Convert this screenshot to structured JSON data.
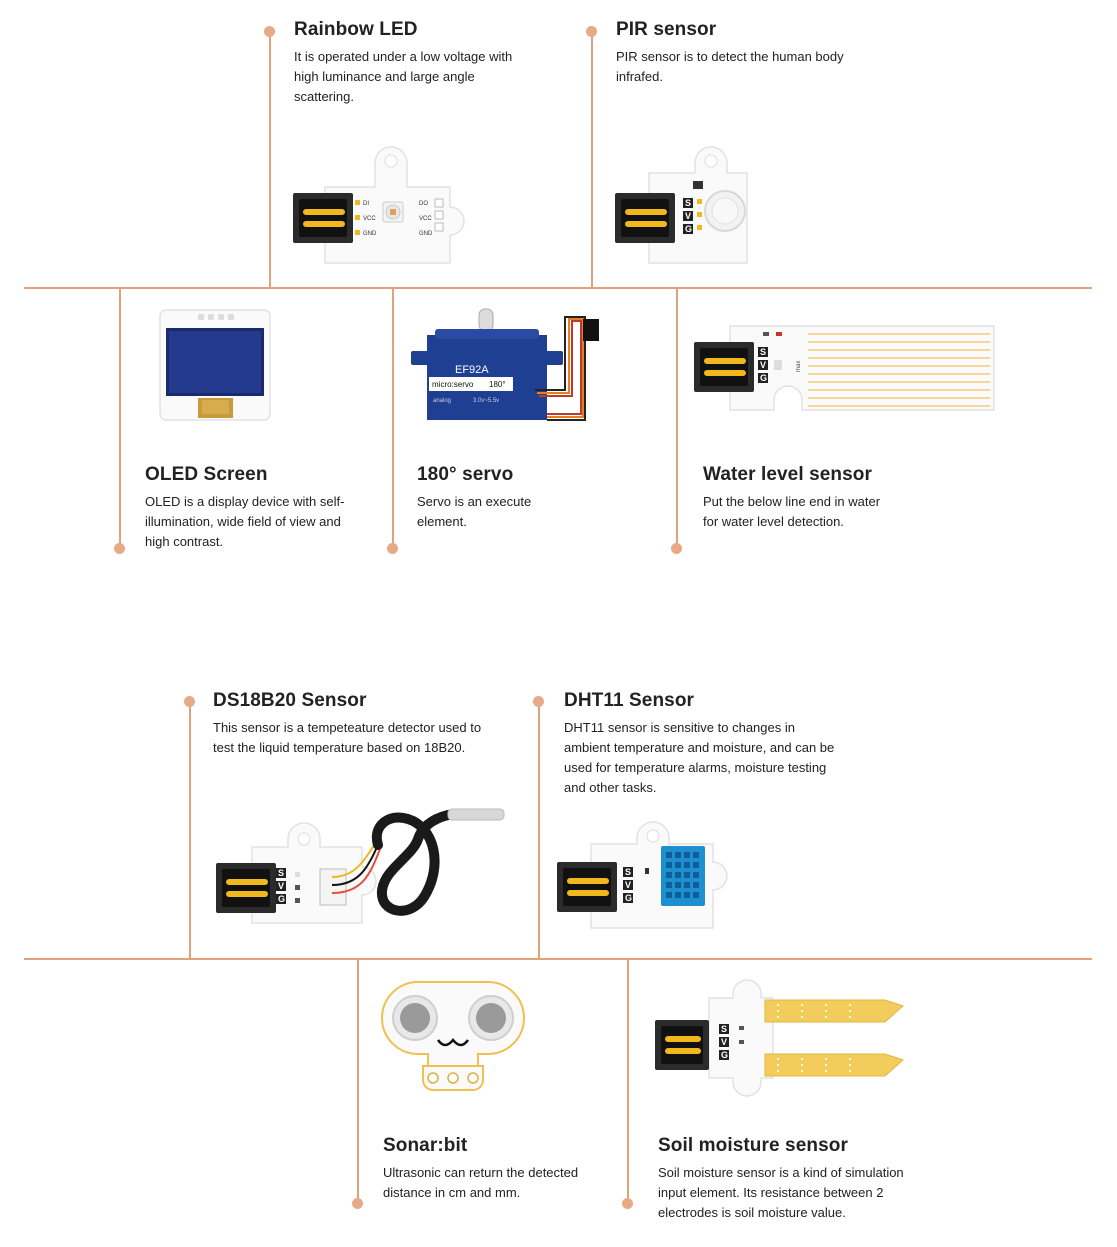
{
  "items": [
    {
      "title": "Rainbow LED",
      "desc": "It is operated under a low voltage with high luminance and large angle scattering."
    },
    {
      "title": "PIR sensor",
      "desc": "PIR sensor is to detect the human body infrafed."
    },
    {
      "title": "OLED Screen",
      "desc": "OLED is a display device with self-illumination, wide field of view and high contrast."
    },
    {
      "title": "180° servo",
      "desc": "Servo is an execute element."
    },
    {
      "title": "Water level sensor",
      "desc": "Put the below line end in water for water level detection."
    },
    {
      "title": "DS18B20 Sensor",
      "desc": "This sensor is a tempeteature detector used to test the liquid temperature based on 18B20."
    },
    {
      "title": "DHT11 Sensor",
      "desc": "DHT11 sensor is sensitive to changes in ambient temperature and moisture, and can be used for temperature alarms, moisture testing and other tasks."
    },
    {
      "title": "Sonar:bit",
      "desc": "Ultrasonic can return the detected distance in cm and mm."
    },
    {
      "title": "Soil moisture sensor",
      "desc": "Soil moisture sensor is a kind of simulation input element. Its resistance between 2 electrodes is soil moisture value."
    }
  ],
  "board_labels": {
    "pin_s": "S",
    "pin_v": "V",
    "pin_g": "G",
    "rgb_di": "DI",
    "rgb_vcc": "VCC",
    "rgb_gnd": "GND",
    "rgb_do": "DO",
    "rgb_vcc2": "VCC",
    "rgb_gnd2": "GND",
    "servo_model": "EF92A",
    "servo_brand": "micro:servo",
    "servo_angle": "180°",
    "servo_type": "analog",
    "servo_voltage": "3.0v~5.5v",
    "water_max": "max"
  },
  "colors": {
    "accent": "#e0a27a",
    "dot": "#e8a987",
    "pin_gold": "#f0b81c",
    "board": "#fafafa"
  }
}
